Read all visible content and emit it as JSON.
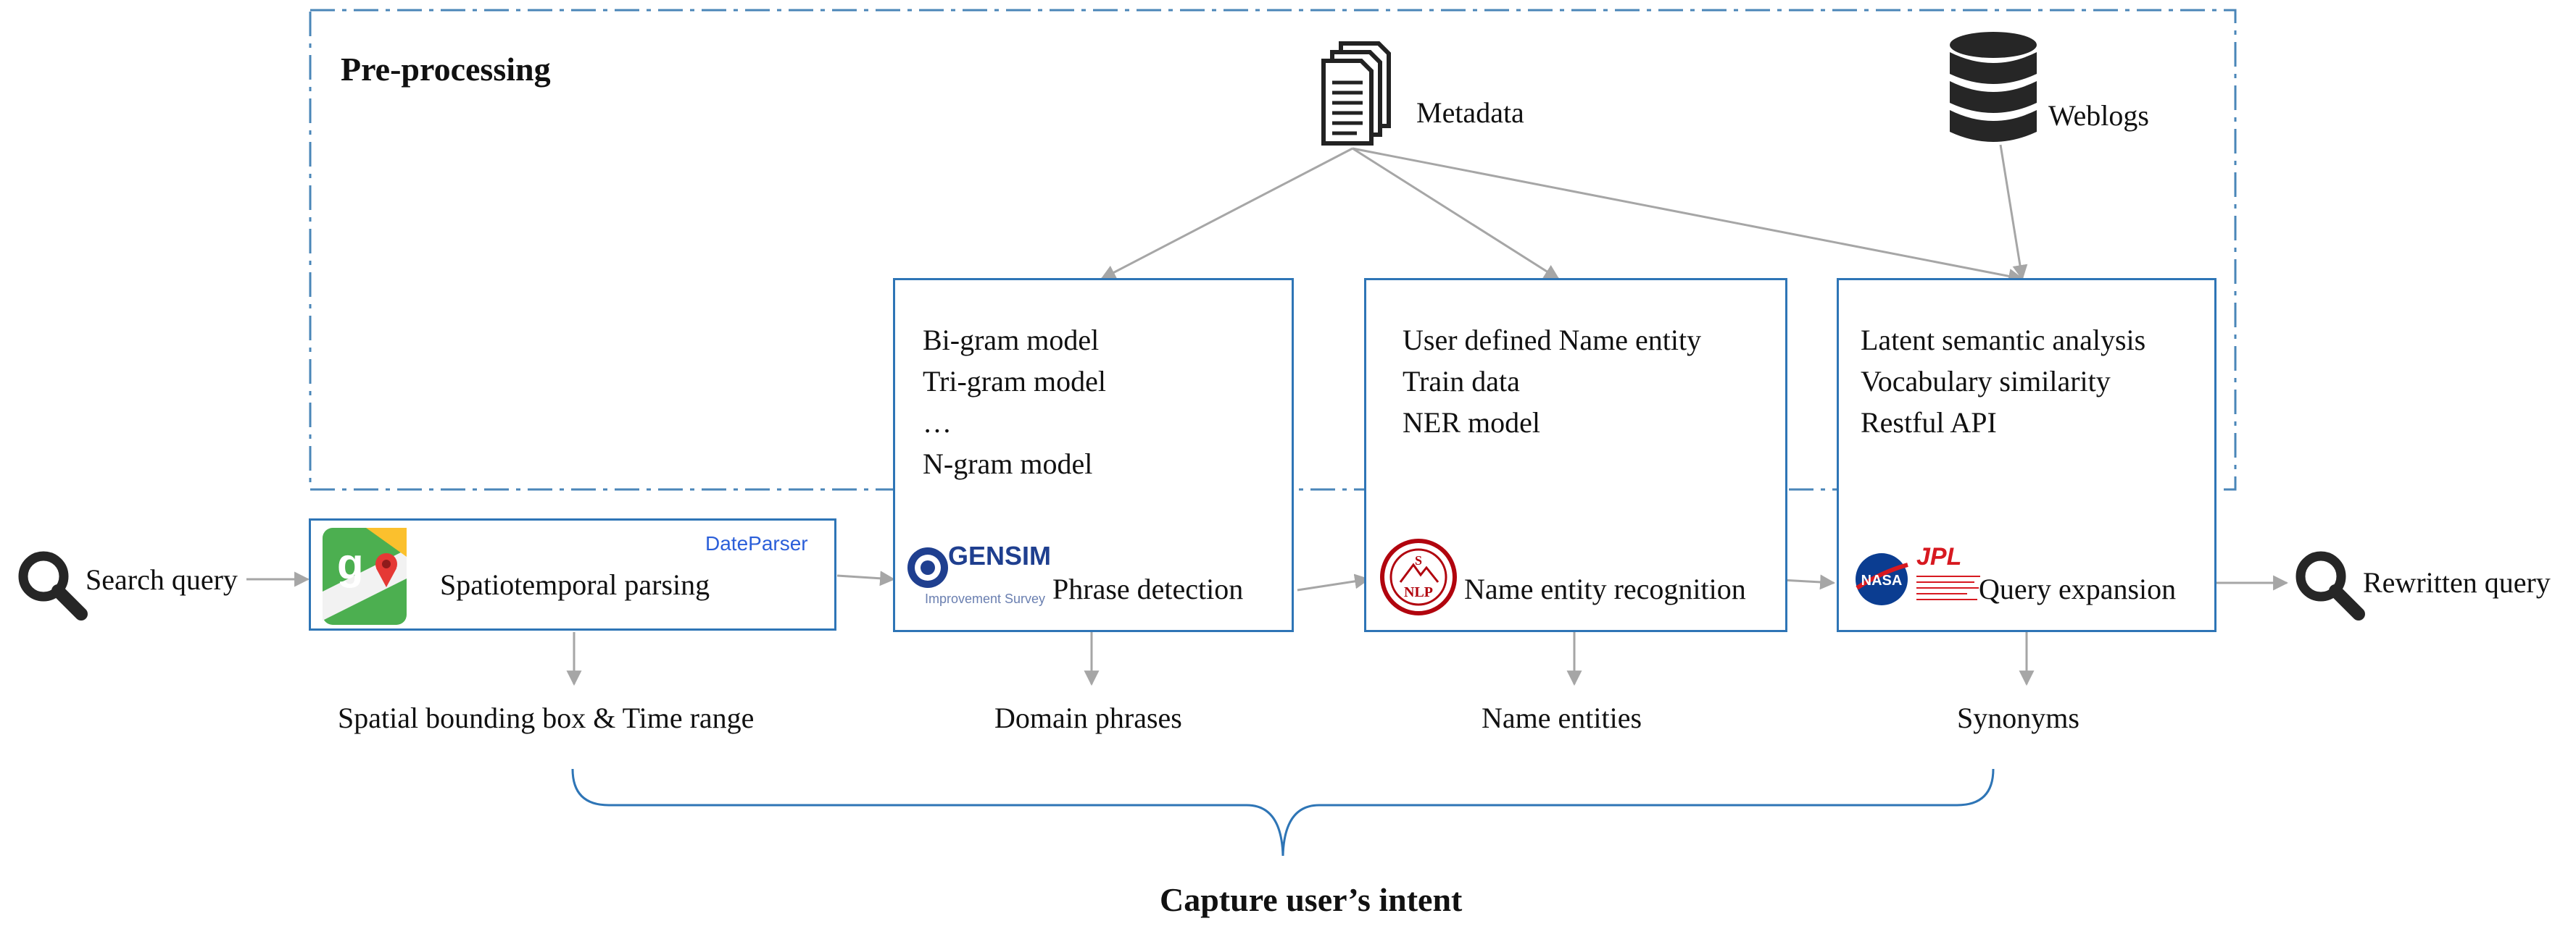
{
  "preprocessing": {
    "title": "Pre-processing"
  },
  "sources": {
    "metadata": {
      "label": "Metadata",
      "icon": "documents-icon"
    },
    "weblogs": {
      "label": "Weblogs",
      "icon": "database-icon"
    }
  },
  "pipeline": {
    "input": {
      "label": "Search query",
      "icon": "search-icon"
    },
    "output": {
      "label": "Rewritten query",
      "icon": "search-icon"
    },
    "stages": [
      {
        "title": "Spatiotemporal parsing",
        "logos": [
          "google-maps-logo",
          "dateparser-logo"
        ],
        "logo_text": "DateParser",
        "result": "Spatial bounding box & Time range",
        "details": []
      },
      {
        "title": "Phrase detection",
        "logos": [
          "gensim-logo"
        ],
        "logo_text": "GENSIM",
        "logo_sub": "Improvement Survey",
        "result": "Domain phrases",
        "details": [
          "Bi-gram model",
          "Tri-gram model",
          "…",
          "N-gram model"
        ]
      },
      {
        "title": "Name entity recognition",
        "logos": [
          "stanford-nlp-logo"
        ],
        "logo_text": "NLP",
        "result": "Name entities",
        "details": [
          "User defined Name entity",
          "Train data",
          "NER model"
        ]
      },
      {
        "title": "Query expansion",
        "logos": [
          "nasa-logo",
          "jpl-logo"
        ],
        "logo_text": "JPL",
        "nasa_text": "NASA",
        "result": "Synonyms",
        "details": [
          "Latent semantic analysis",
          "Vocabulary similarity",
          "Restful API"
        ]
      }
    ]
  },
  "summary": {
    "label": "Capture user’s intent"
  },
  "colors": {
    "accent": "#2e75b6",
    "arrow": "#a6a6a6",
    "dashed": "#4a86b8",
    "nasa": "#0b3d91",
    "jpl": "#d71920"
  }
}
